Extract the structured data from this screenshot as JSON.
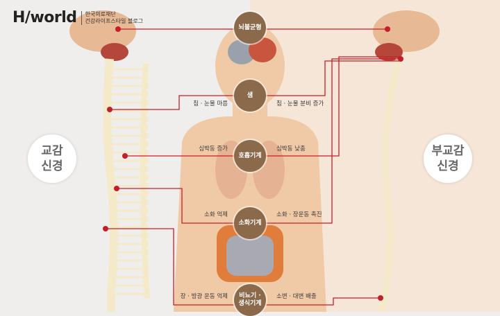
{
  "logo": {
    "brand": "H/world",
    "sub1": "한국의료재단",
    "sub2": "건강라이프스타일 블로그"
  },
  "left_title": [
    "교감",
    "신경"
  ],
  "right_title": [
    "부교감",
    "신경"
  ],
  "organs": [
    {
      "name": [
        "뇌불균형"
      ],
      "left": "",
      "right": ""
    },
    {
      "name": [
        "샘"
      ],
      "left": "침 · 눈물 마름",
      "right": "침 · 눈물 분비 증가"
    },
    {
      "name": [
        "호흡기계"
      ],
      "left": "심박동 증가",
      "right": "심박동 낮춤"
    },
    {
      "name": [
        "소화기계"
      ],
      "left": "소화 억제",
      "right": "소화 · 장운동 촉진"
    },
    {
      "name": [
        "비뇨기 ·",
        "생식기계"
      ],
      "left": "장 · 방광 운동 억제",
      "right": "소변 · 대변 배출"
    }
  ],
  "colors": {
    "line": "#c41e2a",
    "badge": "#8a6a4a",
    "body": "#f0c9a6",
    "right_bg": "#f6e6d8"
  }
}
